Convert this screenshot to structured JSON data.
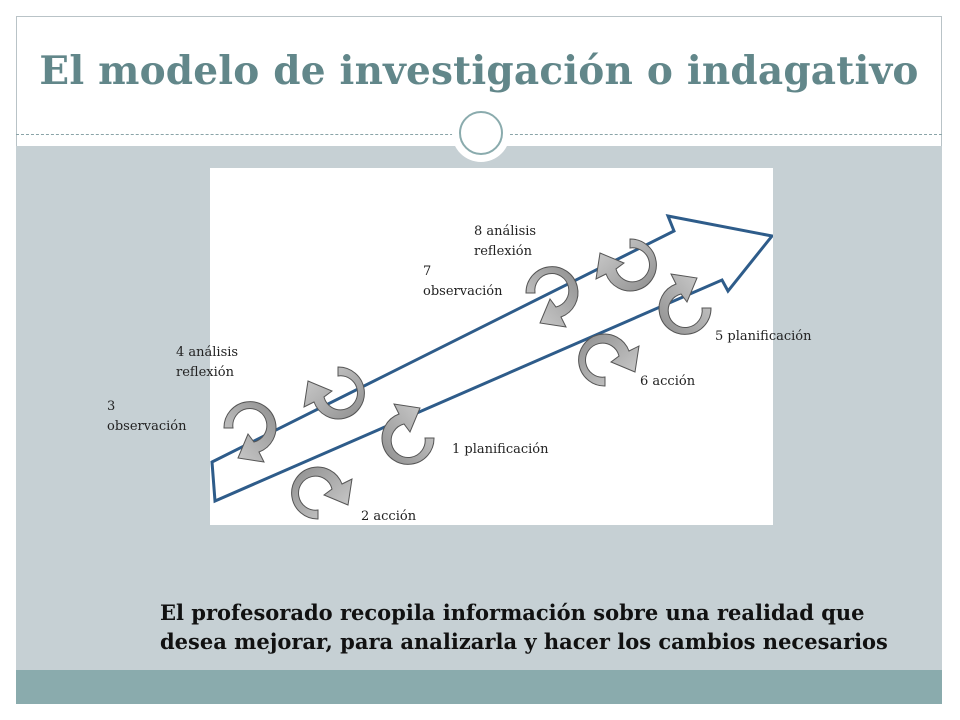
{
  "slide": {
    "title": "El modelo de investigación o indagativo",
    "caption": "El profesorado recopila información sobre una realidad que desea mejorar, para analizarla y hacer los cambios necesarios"
  },
  "diagram": {
    "labels": {
      "step1": "1 planificación",
      "step2": "2 acción",
      "step3": "3\nobservación",
      "step4": "4 análisis\nreflexión",
      "step5": "5 planificación",
      "step6": "6 acción",
      "step7": "7\nobservación",
      "step8": "8 análisis\nreflexión"
    },
    "colors": {
      "arrow": "#2e5c8a",
      "cycle_arrow": "#a7a7a7",
      "title": "#62878a",
      "band": "#c6d0d4"
    }
  }
}
